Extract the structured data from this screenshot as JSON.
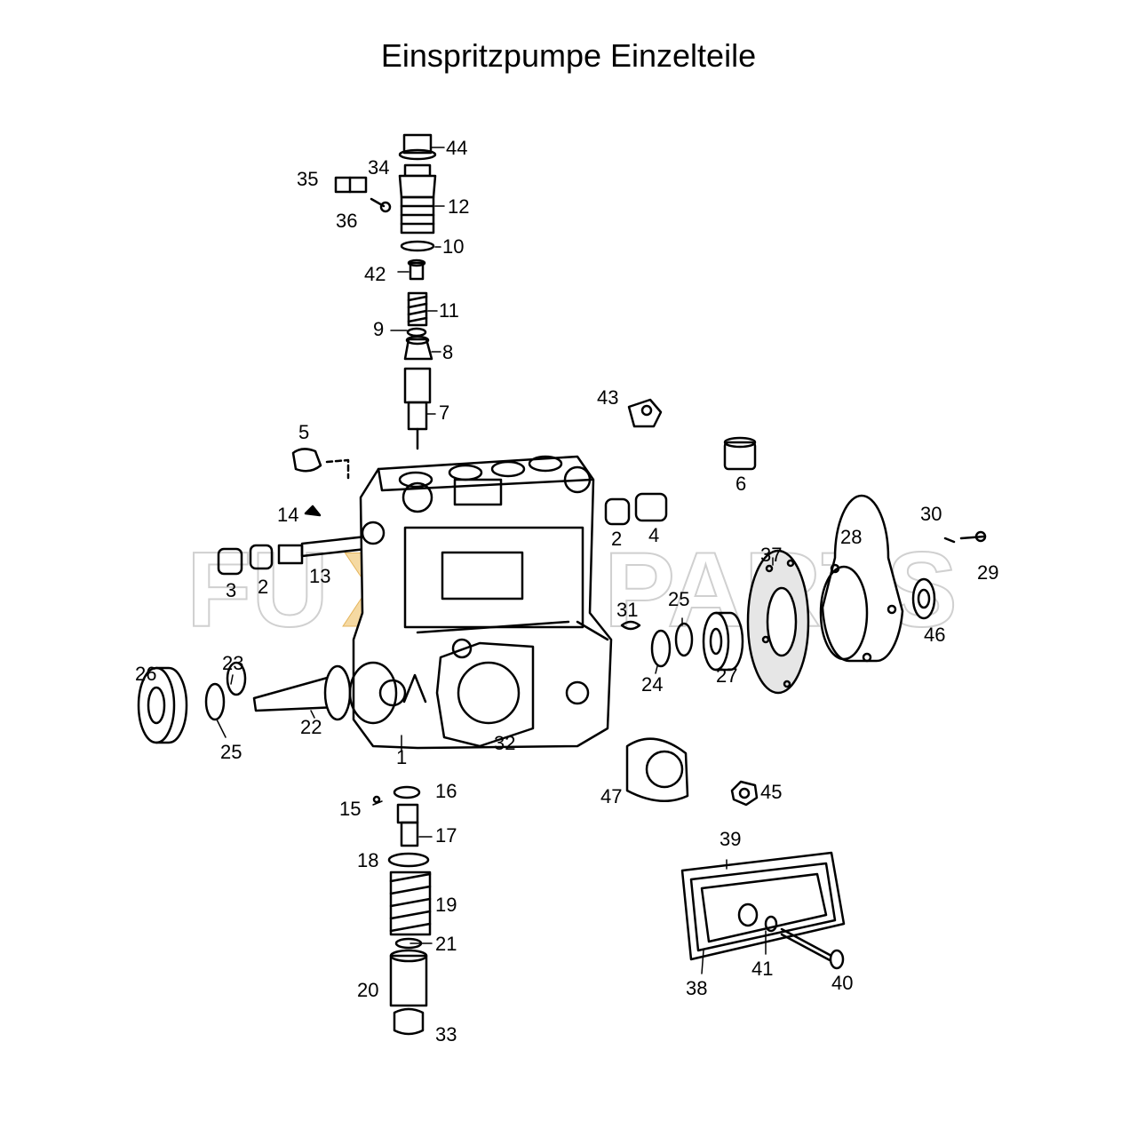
{
  "title": "Einspritzpumpe Einzelteile",
  "watermark": {
    "text_left": "FU",
    "text_middle": "XX",
    "text_right": "PARTS",
    "colors": {
      "outline": "#c8c8c8",
      "accent": "#f0c064"
    }
  },
  "part_labels": {
    "p1": "1",
    "p2a": "2",
    "p2b": "2",
    "p3": "3",
    "p4": "4",
    "p5": "5",
    "p6": "6",
    "p7": "7",
    "p8": "8",
    "p9": "9",
    "p10": "10",
    "p11": "11",
    "p12": "12",
    "p13": "13",
    "p14": "14",
    "p15": "15",
    "p16": "16",
    "p17": "17",
    "p18": "18",
    "p19": "19",
    "p20": "20",
    "p21": "21",
    "p22": "22",
    "p23": "23",
    "p24": "24",
    "p25a": "25",
    "p25b": "25",
    "p26": "26",
    "p27": "27",
    "p28": "28",
    "p29": "29",
    "p30": "30",
    "p31": "31",
    "p32": "32",
    "p33": "33",
    "p34": "34",
    "p35": "35",
    "p36": "36",
    "p37": "37",
    "p38": "38",
    "p39": "39",
    "p40": "40",
    "p41": "41",
    "p42": "42",
    "p43": "43",
    "p44": "44",
    "p45": "45",
    "p46": "46",
    "p47": "47"
  }
}
